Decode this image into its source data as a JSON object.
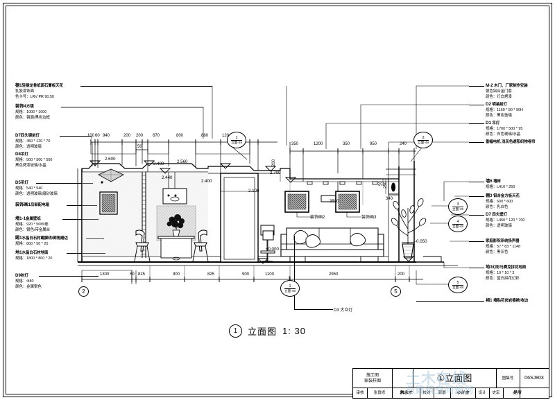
{
  "sheet": {
    "title_main": "立面图",
    "drawing_number": "1",
    "scale": "1: 30",
    "caption": "① 立面图  1: 30"
  },
  "annotations_left": [
    {
      "code": "棚1",
      "name": "轻钢龙骨纸面石膏板天花",
      "lines": [
        "乳胶漆饰面",
        "色卡号：LRV PR 90.50"
      ]
    },
    {
      "code": "装饰4",
      "name": "方镜",
      "lines": [
        "规格：1000 * 1000",
        "颜色：镜面/黑色边框"
      ]
    },
    {
      "code": "D7",
      "name": "四头镜前灯",
      "lines": [
        "规格：450 * 120 * 70",
        "颜色：透明玻璃"
      ]
    },
    {
      "code": "D8",
      "name": "吊灯",
      "lines": [
        "规格：500 * 500 * 500",
        "黑色烤漆玻璃/水晶"
      ]
    },
    {
      "code": "D5",
      "name": "吊灯",
      "lines": [
        "规格：540 * 540",
        "颜色：透明玻璃/磨砂玻璃"
      ]
    },
    {
      "code": "装饰画1",
      "name": "后部配电箱",
      "lines": []
    },
    {
      "code": "墙1-1",
      "name": "金属壁纸",
      "lines": [
        "规格：920 * 50M/卷",
        "颜色：银色/带金属丝"
      ]
    },
    {
      "code": "踢1",
      "name": "水晶白石材踢脚线/倒角磨边",
      "lines": [
        "规格：800 * 50 * 20"
      ]
    },
    {
      "code": "地1",
      "name": "水晶白石材地面",
      "lines": [
        "规格：1800 * 800 * 20"
      ]
    },
    {
      "code": "D9",
      "name": "射灯",
      "lines": [
        "规格：Φ80",
        "颜色：金属银色"
      ]
    }
  ],
  "annotations_right": [
    {
      "code": "M-2",
      "name": "木门、厂家制作安装",
      "lines": [
        "银色铝合金门套",
        "颜色：灯白烤漆"
      ]
    },
    {
      "code": "D2",
      "name": "明装射灯",
      "lines": [
        "规格：1160 * 80 * 90H",
        "颜色：黑色玻璃"
      ]
    },
    {
      "code": "D1",
      "name": "吊灯",
      "lines": [
        "规格：1700 * 500 * 95",
        "颜色：白色玻璃/水晶"
      ]
    },
    {
      "code": "",
      "name": "垂幅电机 浅灰色遮阳织物卷帘",
      "lines": []
    },
    {
      "code": "墙6",
      "name": "墙砖",
      "lines": [
        "规格：L410 * 250"
      ]
    },
    {
      "code": "棚3",
      "name": "铝合金方板天花",
      "lines": [
        "规格：600 * 600",
        "颜色：乳白色"
      ]
    },
    {
      "code": "D7",
      "name": "四头壁灯",
      "lines": [
        "规格：L450 * 120 * 700",
        "颜色：透明玻璃"
      ]
    },
    {
      "code": "",
      "name": "家庭影院系统扬声器",
      "lines": [
        "规格：57 * 83 * 1148",
        "颜色：黑灰色"
      ]
    },
    {
      "code": "地3",
      "name": "幻彩马赛克拼花地面",
      "lines": [
        "规格：10 * 10 * 3",
        "颜色：蓝白拼花幻彩"
      ]
    },
    {
      "code": "裙1",
      "name": "墙贴花岗岩墙裙/收边",
      "lines": []
    }
  ],
  "labels_in_drawing": [
    {
      "text": "装饰画2"
    },
    {
      "text": "装饰画3"
    },
    {
      "text": "D3 大众灯"
    }
  ],
  "dimensions_top": [
    "100",
    "60",
    "940",
    "200",
    "200",
    "50",
    "670",
    "800",
    "880",
    "120",
    "350",
    "1200",
    "350",
    "950",
    "240"
  ],
  "dimensions_bottom": [
    "1300",
    "50",
    "825",
    "900",
    "825",
    "900",
    "1100",
    "2950",
    "200"
  ],
  "dimensions_misc": [
    "3500",
    "200",
    "50",
    "250",
    "340"
  ],
  "elevations": [
    "2.600",
    "2.480",
    "2.440",
    "2.560",
    "2.400",
    "2.100",
    "2.700",
    "±0.000",
    "-0.050"
  ],
  "markers": [
    {
      "id": "1",
      "sub": "立面-49"
    },
    {
      "id": "2",
      "sub": "立面-49"
    },
    {
      "id": "3",
      "sub": "立面-49"
    },
    {
      "id": "4",
      "sub": "立面-49"
    },
    {
      "id": "5",
      "sub": "立面-49"
    }
  ],
  "bubble_numbers": [
    "1",
    "2",
    "5"
  ],
  "title_block": {
    "project_l1": "施工图",
    "project_l2": "家装样图",
    "center_title": "①立面图",
    "atlas_label": "图集号",
    "atlas_value": "06SJ803",
    "row": [
      {
        "label": "审核",
        "value": "张良修",
        "sign": "孰志才"
      },
      {
        "label": "校对",
        "value": "郭景",
        "sign": "心计主"
      },
      {
        "label": "设计",
        "value": "史宏",
        "sign": "吴伟"
      }
    ]
  },
  "watermark": {
    "line1": "土木在线",
    "line2": "与建筑空间规划"
  },
  "colors": {
    "ink": "#000000",
    "paper": "#ffffff",
    "watermark": "#8fb6d2",
    "hatch": "#d8d8d8"
  }
}
